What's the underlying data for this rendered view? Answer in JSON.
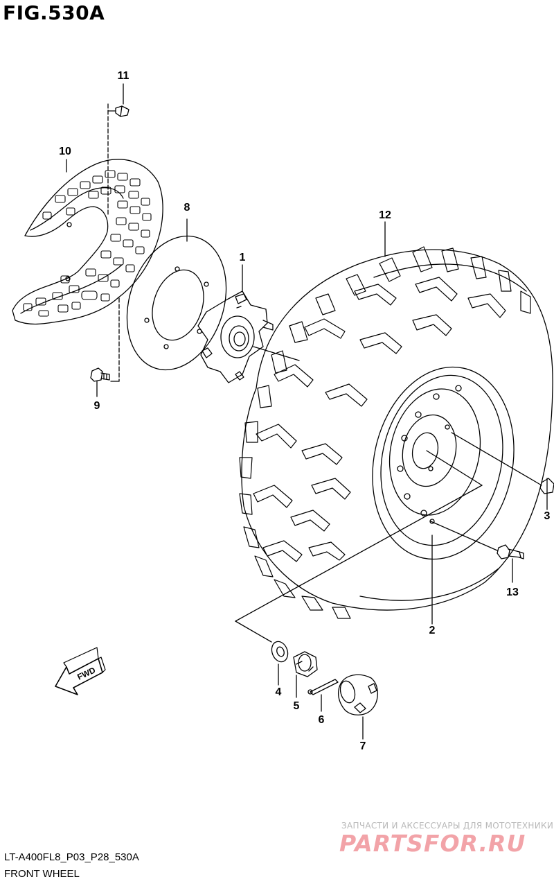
{
  "figure": {
    "title": "FIG.530A"
  },
  "callouts": {
    "p1": "1",
    "p2": "2",
    "p3": "3",
    "p4": "4",
    "p5": "5",
    "p6": "6",
    "p7": "7",
    "p8": "8",
    "p9": "9",
    "p10": "10",
    "p11": "11",
    "p12": "12",
    "p13": "13"
  },
  "fwd_label": "FWD",
  "footer": {
    "code": "LT-A400FL8_P03_P28_530A",
    "caption": "FRONT WHEEL"
  },
  "watermark": {
    "tagline": "ЗАПЧАСТИ И АКСЕССУАРЫ ДЛЯ МОТОТЕХНИКИ",
    "logo_text": "PARTSFOR.RU"
  },
  "colors": {
    "line": "#000000",
    "background": "#ffffff",
    "watermark_red": "#f2a3a8",
    "watermark_gray": "#b8b8b8"
  }
}
